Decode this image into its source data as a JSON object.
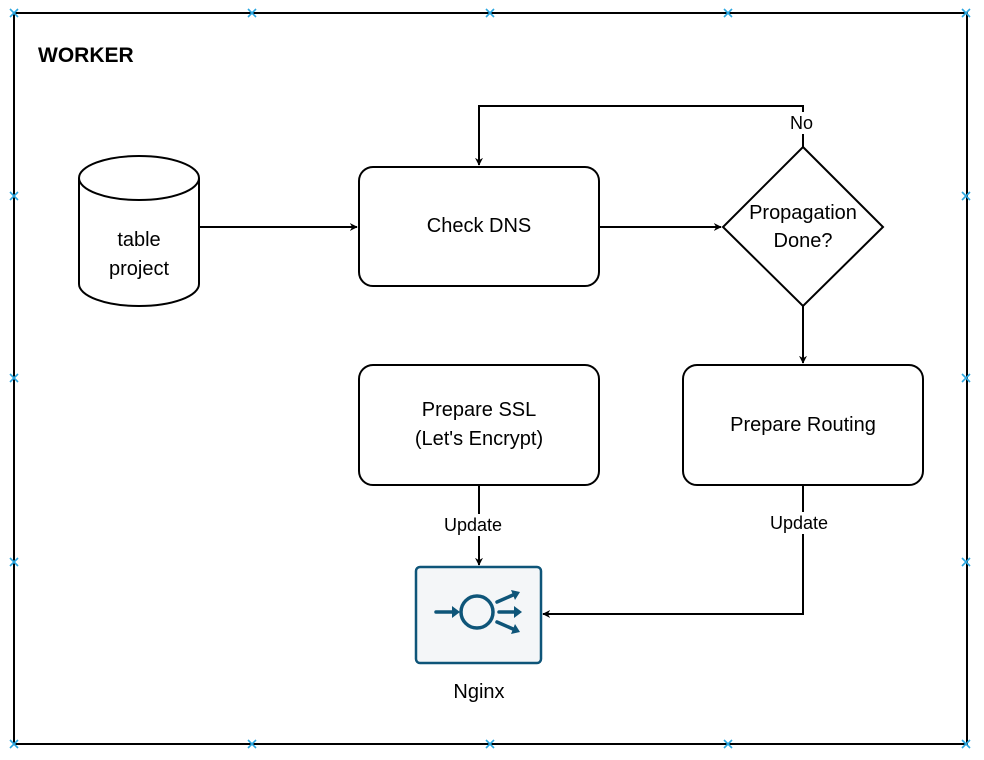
{
  "container": {
    "title": "WORKER"
  },
  "nodes": {
    "database": {
      "label": "table\nproject"
    },
    "check_dns": {
      "label": "Check DNS"
    },
    "decision": {
      "label": "Propagation\nDone?"
    },
    "prepare_ssl": {
      "label": "Prepare SSL\n(Let's Encrypt)"
    },
    "prepare_routing": {
      "label": "Prepare Routing"
    },
    "nginx": {
      "label": "Nginx",
      "icon": "nginx-load-balancer-icon"
    }
  },
  "edges": {
    "no_loop": {
      "label": "No"
    },
    "ssl_update": {
      "label": "Update"
    },
    "routing_update": {
      "label": "Update"
    }
  },
  "colors": {
    "stroke": "#000000",
    "nginx_fill": "#f4f6f8",
    "nginx_stroke": "#0e5579",
    "anchor_marker": "#2aa6e0"
  }
}
